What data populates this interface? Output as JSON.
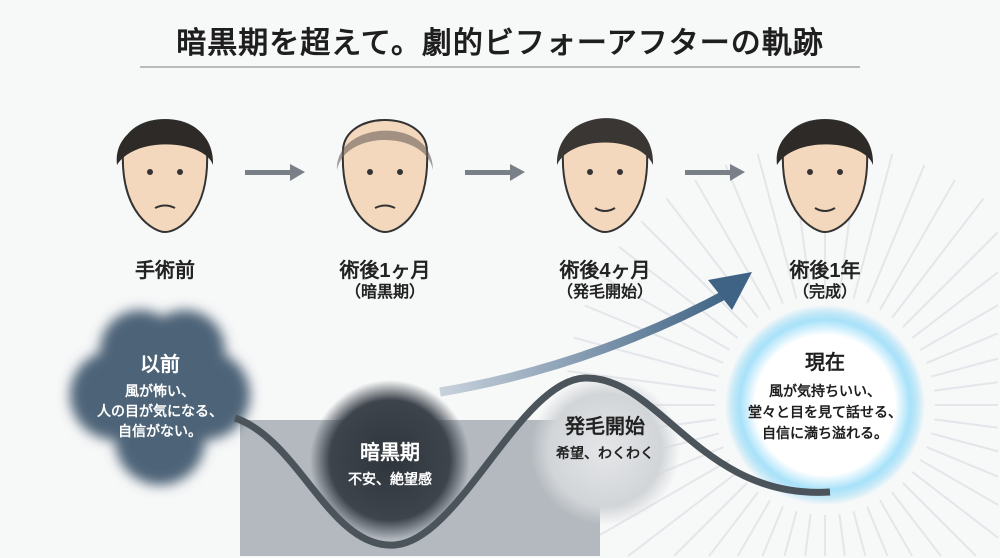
{
  "title": "暗黒期を超えて。劇的ビフォーアフターの軌跡",
  "stages": [
    {
      "label": "手術前",
      "sub": ""
    },
    {
      "label": "術後1ヶ月",
      "sub": "（暗黒期）"
    },
    {
      "label": "術後4ヶ月",
      "sub": "（発毛開始）"
    },
    {
      "label": "術後1年",
      "sub": "（完成）"
    }
  ],
  "bubbles": {
    "before": {
      "title": "以前",
      "lines": [
        "風が怖い、",
        "人の目が気になる、",
        "自信がない。"
      ]
    },
    "dark": {
      "title": "暗黒期",
      "lines": [
        "不安、絶望感"
      ]
    },
    "growth": {
      "title": "発毛開始",
      "lines": [
        "希望、わくわく"
      ]
    },
    "now": {
      "title": "現在",
      "lines": [
        "風が気持ちいい、",
        "堂々と目を見て話せる、",
        "自信に満ち溢れる。"
      ]
    }
  },
  "colors": {
    "dark": "#3c4650",
    "cloud": "#4e6378",
    "arrow": "#4a6a88",
    "glow": "#7fd3f5"
  }
}
